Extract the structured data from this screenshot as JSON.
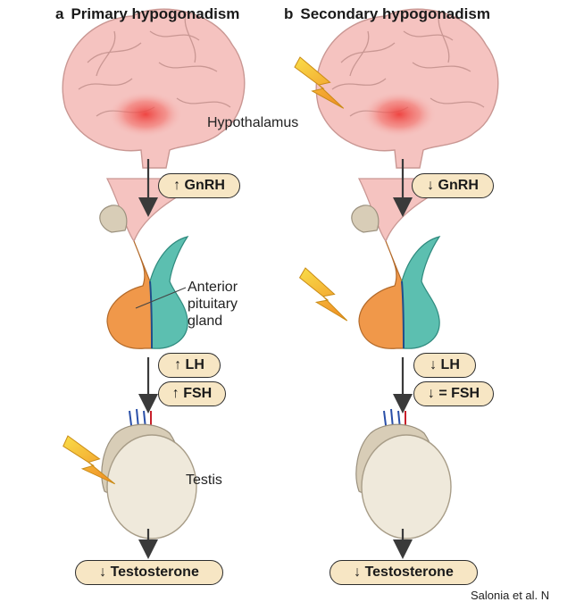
{
  "panels": {
    "a": {
      "letter": "a",
      "title": "Primary hypogonadism",
      "gnrh": "↑ GnRH",
      "lh": "↑ LH",
      "fsh": "↑ FSH",
      "testosterone": "↓ Testosterone"
    },
    "b": {
      "letter": "b",
      "title": "Secondary hypogonadism",
      "gnrh": "↓ GnRH",
      "lh": "↓ LH",
      "fsh": "↓ = FSH",
      "testosterone": "↓ Testosterone"
    }
  },
  "labels": {
    "hypothalamus": "Hypothalamus",
    "pituitary_line1": "Anterior",
    "pituitary_line2": "pituitary",
    "pituitary_line3": "gland",
    "testis": "Testis"
  },
  "credit": "Salonia et al. N",
  "colors": {
    "brain": "#f5c3c0",
    "hypothalamus_glow": "#f0524e",
    "pill_fill": "#f7e6c4",
    "anterior_pituitary": "#f0984a",
    "posterior_pituitary": "#5cbfb0",
    "testis": "#efe9db",
    "lightning": "#f7c531",
    "arrow": "#3a3a3a"
  },
  "icons": [
    "lightning-bolt-icon",
    "down-arrow-icon"
  ]
}
